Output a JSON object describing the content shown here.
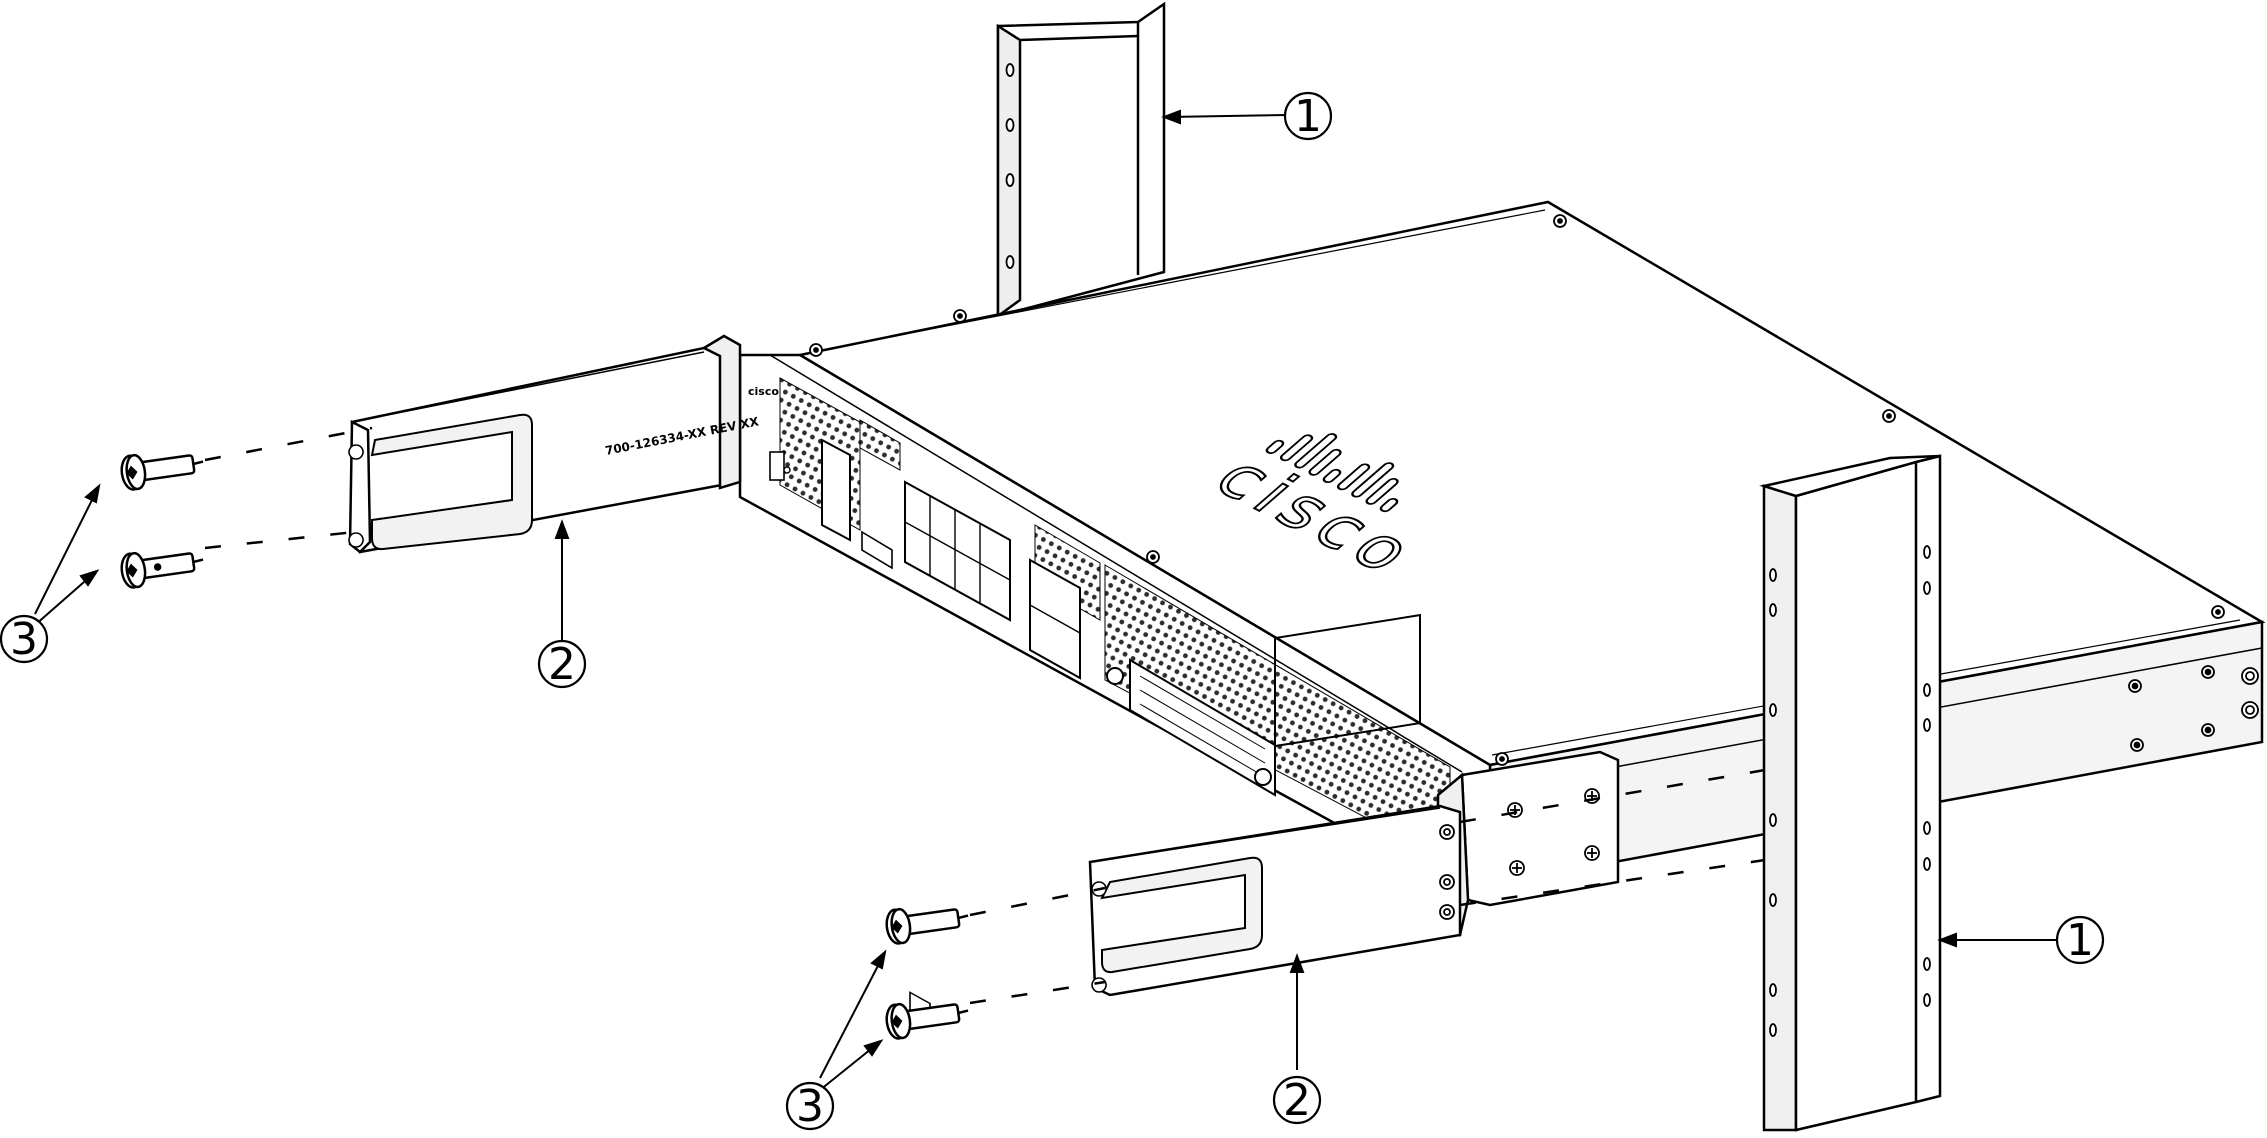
{
  "figure": {
    "brand_logo_text": "cisco",
    "part_number_label": "700-126334-XX REV XX"
  },
  "callouts": [
    {
      "id": "c1a",
      "number": "1",
      "target": "rack-post-rear"
    },
    {
      "id": "c1b",
      "number": "1",
      "target": "rack-post-front"
    },
    {
      "id": "c2a",
      "number": "2",
      "target": "bracket-left"
    },
    {
      "id": "c2b",
      "number": "2",
      "target": "bracket-right"
    },
    {
      "id": "c3a",
      "number": "3",
      "target": "screws-left"
    },
    {
      "id": "c3b",
      "number": "3",
      "target": "screws-right"
    }
  ],
  "colors": {
    "line": "#000000",
    "fill": "#ffffff",
    "shade": "#e9e9e9",
    "dark": "#3a3a3a"
  }
}
